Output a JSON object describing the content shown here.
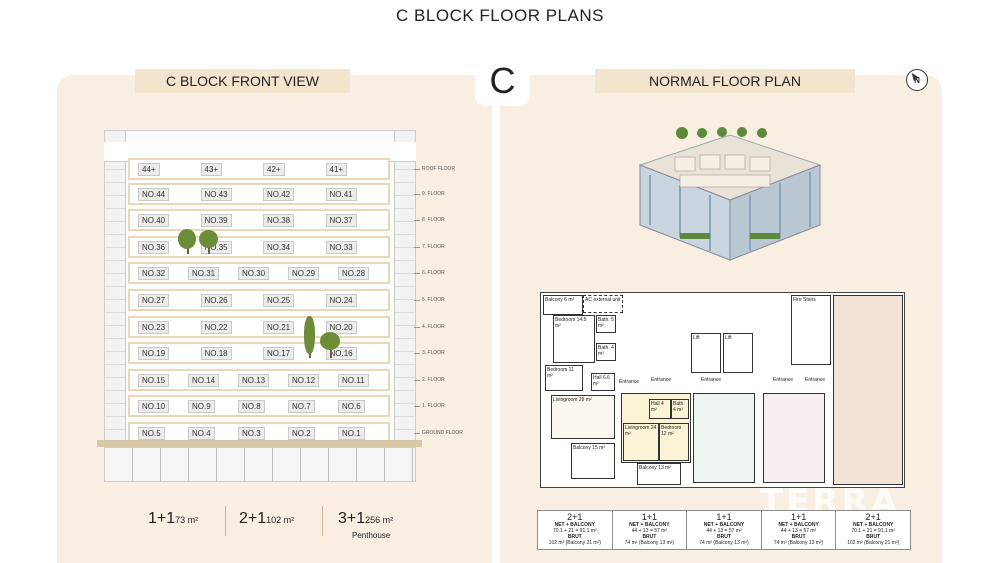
{
  "page": {
    "title": "C BLOCK FLOOR PLANS"
  },
  "front_view": {
    "title": "C BLOCK FRONT VIEW",
    "block_letter": "C",
    "floors": [
      {
        "label": "ROOF FLOOR",
        "units": [
          "44+",
          "43+",
          "42+",
          "41+"
        ]
      },
      {
        "label": "9. FLOOR",
        "units": [
          "NO.44",
          "NO.43",
          "NO.42",
          "NO.41"
        ]
      },
      {
        "label": "8. FLOOR",
        "units": [
          "NO.40",
          "NO.39",
          "NO.38",
          "NO.37"
        ]
      },
      {
        "label": "7. FLOOR",
        "units": [
          "NO.36",
          "NO.35",
          "NO.34",
          "NO.33"
        ]
      },
      {
        "label": "6. FLOOR",
        "units": [
          "NO.32",
          "NO.31",
          "NO.30",
          "NO.29",
          "NO.28"
        ]
      },
      {
        "label": "5. FLOOR",
        "units": [
          "NO.27",
          "NO.26",
          "NO.25",
          "NO.24"
        ]
      },
      {
        "label": "4. FLOOR",
        "units": [
          "NO.23",
          "NO.22",
          "NO.21",
          "NO.20"
        ]
      },
      {
        "label": "3. FLOOR",
        "units": [
          "NO.19",
          "NO.18",
          "NO.17",
          "NO.16"
        ]
      },
      {
        "label": "2. FLOOR",
        "units": [
          "NO.15",
          "NO.14",
          "NO.13",
          "NO.12",
          "NO.11"
        ]
      },
      {
        "label": "1. FLOOR",
        "units": [
          "NO.10",
          "NO.9",
          "NO.8",
          "NO.7",
          "NO.6"
        ]
      },
      {
        "label": "GROUND FLOOR",
        "units": [
          "NO.5",
          "NO.4",
          "NO.3",
          "NO.2",
          "NO.1"
        ]
      }
    ],
    "types": [
      {
        "name": "1+1",
        "size": "73 m²",
        "note": ""
      },
      {
        "name": "2+1",
        "size": "102 m²",
        "note": ""
      },
      {
        "name": "3+1",
        "size": "256 m²",
        "note": "Penthouse"
      }
    ]
  },
  "floor_plan": {
    "title": "NORMAL FLOOR PLAN",
    "compass": "N",
    "rooms": {
      "balcony_top": "Balcony\n6 m²",
      "ac_unit": "AC external unit",
      "bedroom_1": "Bedroom\n14.5 m²",
      "bath_1": "Bath.\n5 m²",
      "bath_2": "Bath.\n4 m²",
      "bedroom_2": "Bedroom\n11 m²",
      "hall_1": "Hall\n6.6 m²",
      "livingroom_1": "Livingroom\n29 m²",
      "balcony_left": "Balcony\n15 m²",
      "hall_2": "Hall\n4 m²",
      "bath_3": "Bath.\n4 m²",
      "livingroom_2": "Livingroom\n24 m²",
      "bedroom_3": "Bedroom\n12 m²",
      "balcony_bottom": "Balcony\n13 m²",
      "lift_1": "Lift",
      "lift_2": "Lift",
      "fire_stairs": "Fire Stairs",
      "entrance_1": "Entrance",
      "entrance_2": "Entrance",
      "entrance_3": "Entrance",
      "entrance_4": "Entrance",
      "entrance_5": "Entrance"
    },
    "units": [
      {
        "type": "2+1",
        "net_label": "NET + BALCONY",
        "net_value": "70.1 + 21 = 91.1 m²",
        "brut_label": "BRUT",
        "brut_value": "102 m² (Balcony 21 m²)"
      },
      {
        "type": "1+1",
        "net_label": "NET + BALCONY",
        "net_value": "44 + 13 = 57 m²",
        "brut_label": "BRUT",
        "brut_value": "74 m² (Balcony 13 m²)"
      },
      {
        "type": "1+1",
        "net_label": "NET + BALCONY",
        "net_value": "44 + 13 = 57 m²",
        "brut_label": "BRUT",
        "brut_value": "74 m² (Balcony 13 m²)"
      },
      {
        "type": "1+1",
        "net_label": "NET + BALCONY",
        "net_value": "44 + 13 = 57 m²",
        "brut_label": "BRUT",
        "brut_value": "74 m² (Balcony 13 m²)"
      },
      {
        "type": "2+1",
        "net_label": "NET + BALCONY",
        "net_value": "70.1 + 21 = 91.1 m²",
        "brut_label": "BRUT",
        "brut_value": "102 m² (Balcony 21 m²)"
      }
    ]
  },
  "watermark": "TERRA",
  "colors": {
    "panel": "#f8efe2",
    "header": "#f2e4cd",
    "floor_band": "#e9d8b8"
  }
}
